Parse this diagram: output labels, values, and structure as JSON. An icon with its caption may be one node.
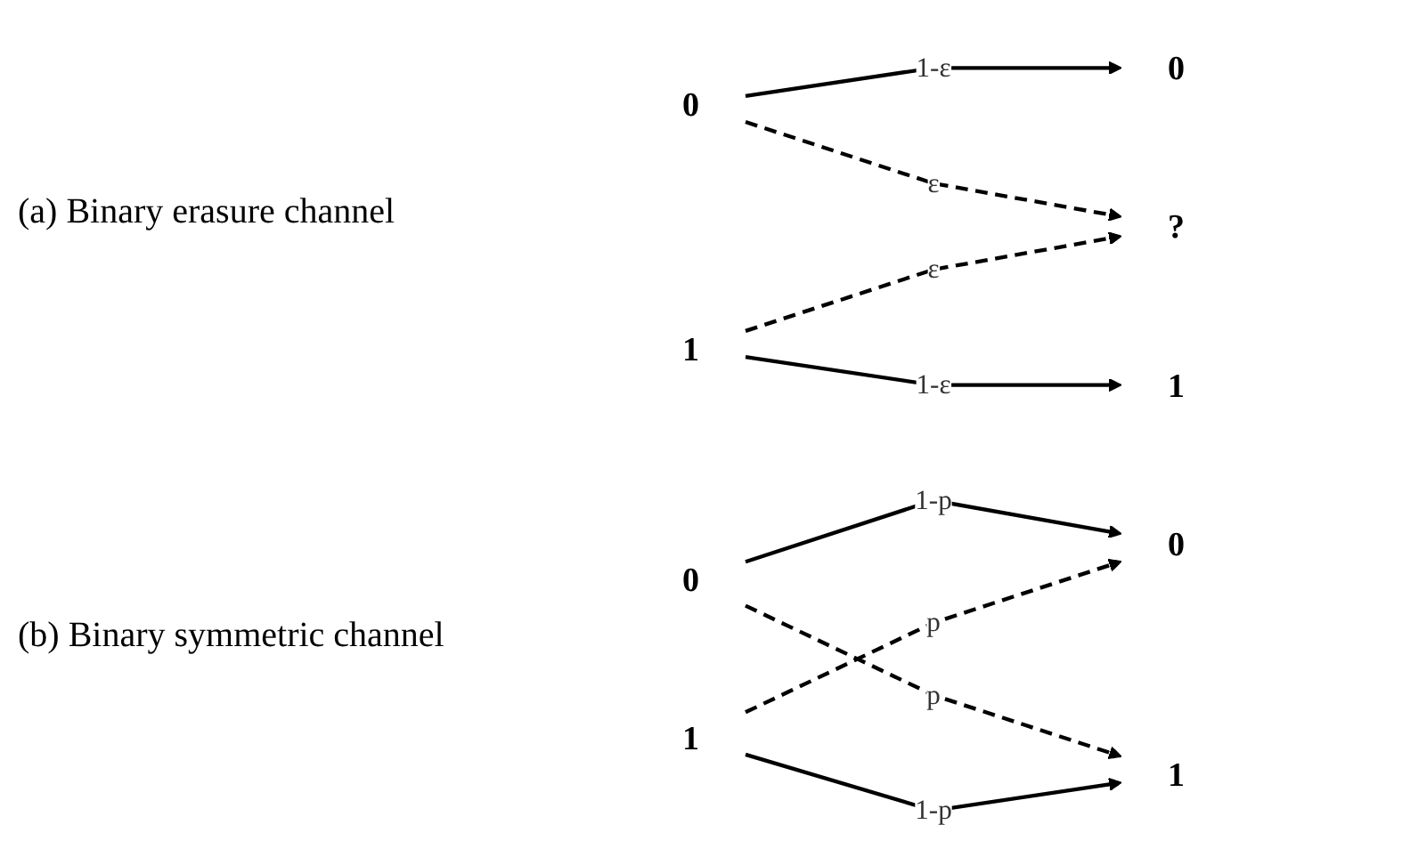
{
  "diagram": {
    "nodes": [
      {
        "text": [
          "0"
        ]
      },
      {
        "text": [
          "0"
        ]
      },
      {
        "text": [
          "?"
        ]
      },
      {
        "text": [
          "1"
        ]
      },
      {
        "text": [
          "1"
        ]
      },
      {
        "text": [
          "0"
        ]
      },
      {
        "text": [
          "0"
        ]
      },
      {
        "text": [
          "1"
        ]
      },
      {
        "text": [
          "1"
        ]
      }
    ],
    "edges": [
      {
        "from": 0,
        "to": 1,
        "arrow": "to",
        "label": "1-ε"
      },
      {
        "from": 0,
        "to": 2,
        "arrow": "to",
        "label": "ε",
        "style": "dashed"
      },
      {
        "from": 3,
        "to": 2,
        "arrow": "to",
        "label": "ε",
        "style": "dashed"
      },
      {
        "from": 3,
        "to": 4,
        "arrow": "to",
        "label": "1-ε"
      },
      {
        "from": 5,
        "to": 6,
        "arrow": "to",
        "label": "1-p"
      },
      {
        "from": 5,
        "to": 8,
        "arrow": "to",
        "label": "p",
        "style": "dashed"
      },
      {
        "from": 7,
        "to": 6,
        "arrow": "to",
        "label": "p",
        "style": "dashed"
      },
      {
        "from": 7,
        "to": 8,
        "arrow": "to",
        "label": "1-p"
      }
    ],
    "labels": [
      "(a) Binary erasure channel",
      "(b) Binary symmetric channel"
    ]
  }
}
